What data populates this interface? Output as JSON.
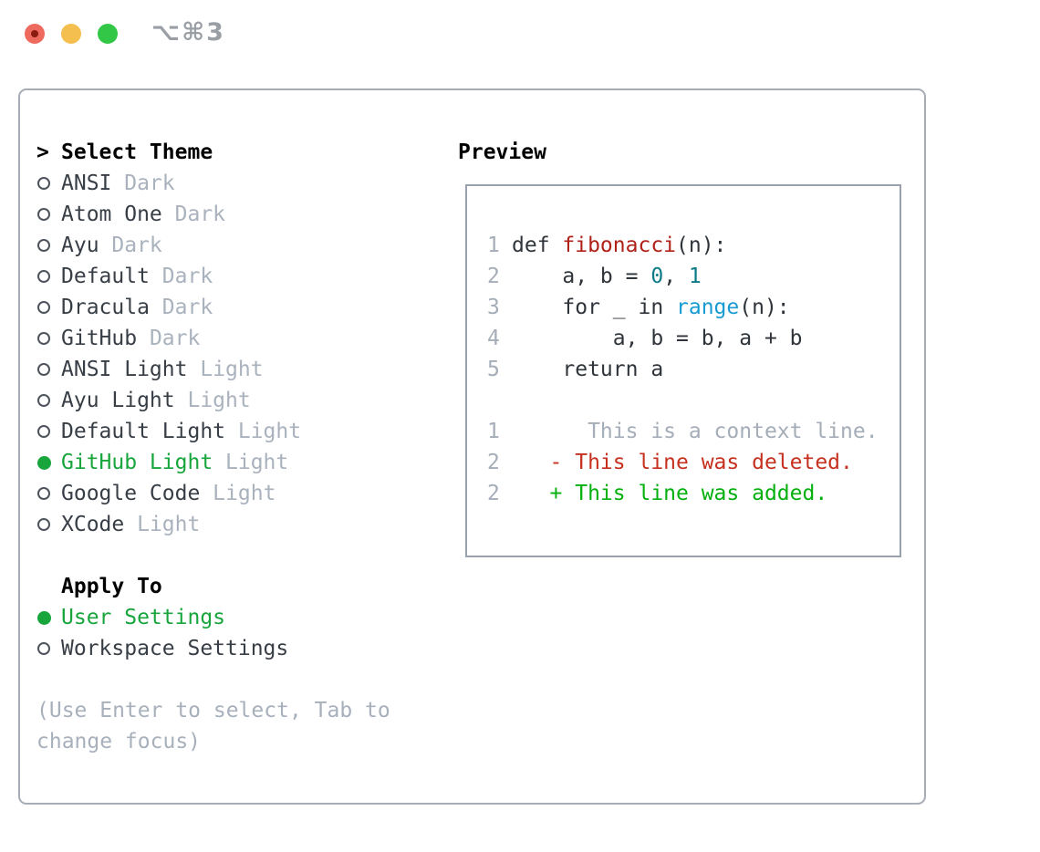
{
  "window": {
    "title": "⌥⌘3",
    "traffic_lights": [
      "close",
      "minimize",
      "zoom"
    ]
  },
  "theme_panel": {
    "header": {
      "prompt": ">",
      "label": "Select Theme"
    },
    "themes": [
      {
        "name": "ANSI",
        "tag": "Dark",
        "selected": false
      },
      {
        "name": "Atom One",
        "tag": "Dark",
        "selected": false
      },
      {
        "name": "Ayu",
        "tag": "Dark",
        "selected": false
      },
      {
        "name": "Default",
        "tag": "Dark",
        "selected": false
      },
      {
        "name": "Dracula",
        "tag": "Dark",
        "selected": false
      },
      {
        "name": "GitHub",
        "tag": "Dark",
        "selected": false
      },
      {
        "name": "ANSI Light",
        "tag": "Light",
        "selected": false
      },
      {
        "name": "Ayu Light",
        "tag": "Light",
        "selected": false
      },
      {
        "name": "Default Light",
        "tag": "Light",
        "selected": false
      },
      {
        "name": "GitHub Light",
        "tag": "Light",
        "selected": true
      },
      {
        "name": "Google Code",
        "tag": "Light",
        "selected": false
      },
      {
        "name": "XCode",
        "tag": "Light",
        "selected": false
      }
    ],
    "apply_to": {
      "label": "Apply To",
      "options": [
        {
          "name": "User Settings",
          "selected": true
        },
        {
          "name": "Workspace Settings",
          "selected": false
        }
      ]
    },
    "hint": "(Use Enter to select, Tab to change focus)"
  },
  "preview": {
    "label": "Preview",
    "code_lines": [
      {
        "num": "1",
        "segments": [
          {
            "text": "def ",
            "color": "fg"
          },
          {
            "text": "fibonacci",
            "color": "function"
          },
          {
            "text": "(n):",
            "color": "fg"
          }
        ]
      },
      {
        "num": "2",
        "segments": [
          {
            "text": "    a, b = ",
            "color": "fg"
          },
          {
            "text": "0",
            "color": "number"
          },
          {
            "text": ", ",
            "color": "fg"
          },
          {
            "text": "1",
            "color": "number"
          }
        ]
      },
      {
        "num": "3",
        "segments": [
          {
            "text": "    for _ in ",
            "color": "fg"
          },
          {
            "text": "range",
            "color": "builtin"
          },
          {
            "text": "(n):",
            "color": "fg"
          }
        ]
      },
      {
        "num": "4",
        "segments": [
          {
            "text": "        a, b = b, a + b",
            "color": "fg"
          }
        ]
      },
      {
        "num": "5",
        "segments": [
          {
            "text": "    return a",
            "color": "fg"
          }
        ]
      },
      {
        "num": "",
        "segments": []
      },
      {
        "num": "1",
        "segments": [
          {
            "text": "      This is a context line.",
            "color": "context"
          }
        ]
      },
      {
        "num": "2",
        "segments": [
          {
            "text": "   - This line was deleted.",
            "color": "deleted"
          }
        ]
      },
      {
        "num": "2",
        "segments": [
          {
            "text": "   + This line was added.",
            "color": "added"
          }
        ]
      }
    ]
  },
  "colors": {
    "selection_green": "#17a53c",
    "added_green": "#03b00d",
    "deleted_red": "#c6311f",
    "function_red": "#b02218",
    "number_teal": "#0d7b87",
    "builtin_blue": "#189ad2",
    "muted_gray": "#a9b2bd",
    "panel_border": "#a6adb7"
  }
}
